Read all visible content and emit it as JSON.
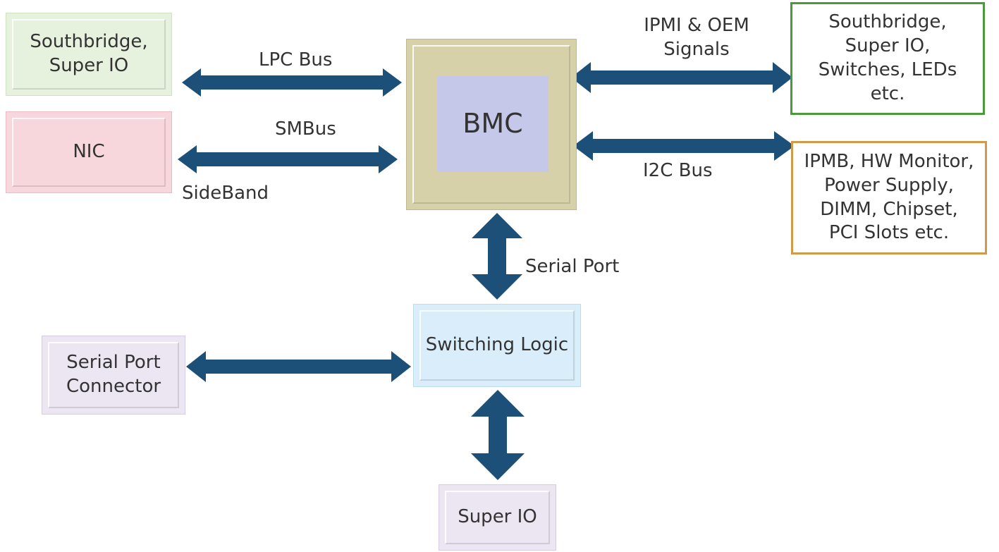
{
  "colors": {
    "arrow": "#1d5079",
    "sb_left_fill": "#e7f2de",
    "nic_fill": "#f8d7dc",
    "bmc_outer": "#d7d1a9",
    "bmc_inner": "#c5c8e8",
    "switch_fill": "#d9eefa",
    "lilac_fill": "#ece5f2",
    "green_border": "#4a9a3c",
    "orange_border": "#d09a4a"
  },
  "nodes": {
    "southbridge_left": "Southbridge,\nSuper IO",
    "nic": "NIC",
    "bmc": "BMC",
    "southbridge_right": "Southbridge,\nSuper IO,\nSwitches, LEDs\netc.",
    "ipmb": "IPMB, HW Monitor,\nPower Supply,\nDIMM, Chipset,\nPCI Slots etc.",
    "switching_logic": "Switching Logic",
    "serial_connector": "Serial Port\nConnector",
    "super_io": "Super IO"
  },
  "edges": {
    "lpc_bus": "LPC Bus",
    "smbus": "SMBus",
    "sideband": "SideBand",
    "ipmi_oem": "IPMI & OEM\nSignals",
    "i2c_bus": "I2C Bus",
    "serial_port": "Serial Port"
  }
}
